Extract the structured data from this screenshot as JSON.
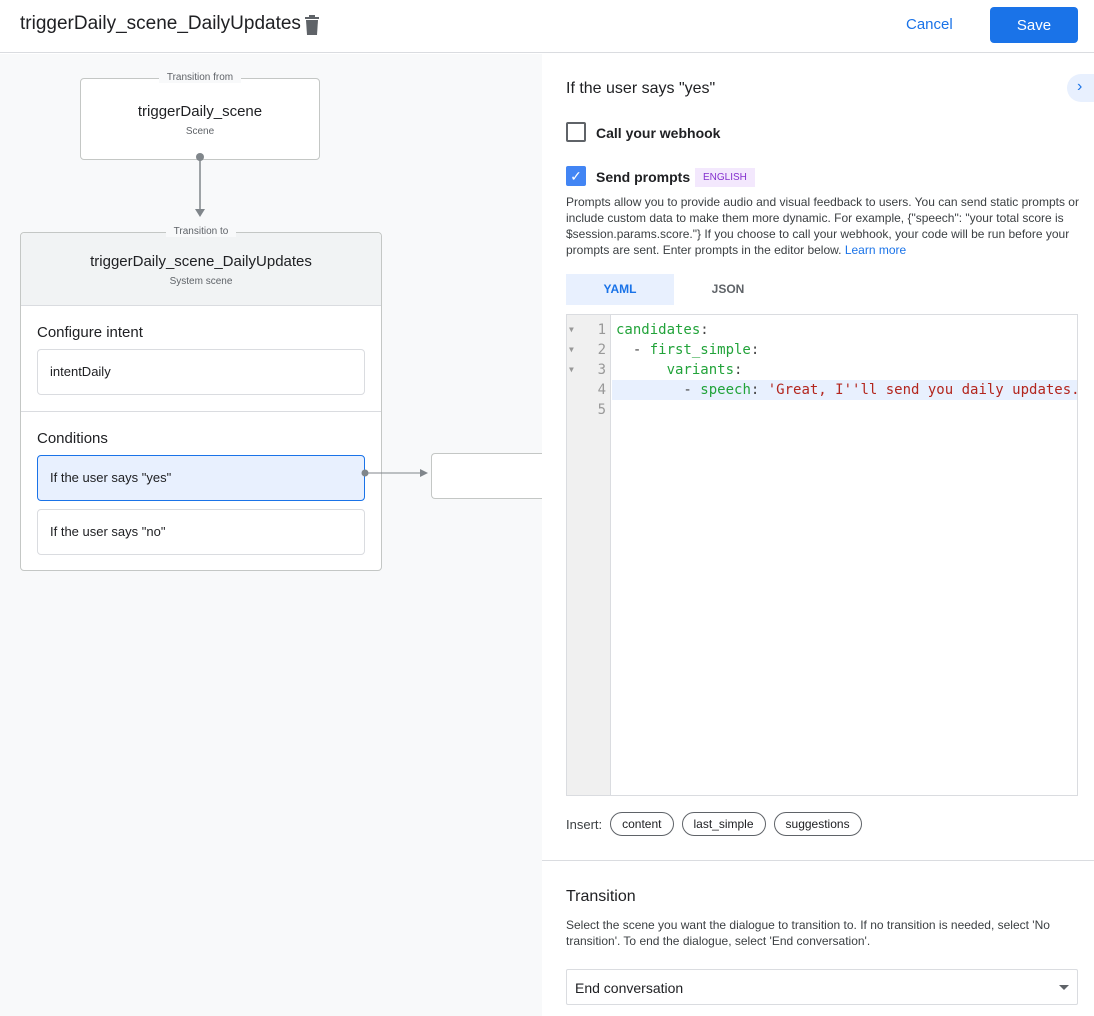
{
  "header": {
    "title": "triggerDaily_scene_DailyUpdates",
    "cancel_label": "Cancel",
    "save_label": "Save"
  },
  "canvas": {
    "from_node": {
      "legend": "Transition from",
      "name": "triggerDaily_scene",
      "type": "Scene"
    },
    "to_node": {
      "legend": "Transition to",
      "name": "triggerDaily_scene_DailyUpdates",
      "type": "System scene",
      "intent_label": "Configure intent",
      "intent": "intentDaily",
      "conditions_label": "Conditions",
      "conditions": [
        "If the user says \"yes\"",
        "If the user says \"no\""
      ]
    }
  },
  "panel": {
    "heading": "If the user says \"yes\"",
    "webhook": {
      "label": "Call your webhook",
      "checked": false
    },
    "prompts": {
      "label": "Send prompts",
      "checked": true,
      "badge": "ENGLISH",
      "description": "Prompts allow you to provide audio and visual feedback to users. You can send static prompts or include custom data to make them more dynamic. For example, {\"speech\": \"your total score is $session.params.score.\"} If you choose to call your webhook, your code will be run before your prompts are sent. Enter prompts in the editor below.",
      "learn_more": "Learn more"
    },
    "tabs": [
      "YAML",
      "JSON"
    ],
    "active_tab": "YAML",
    "editor": {
      "line_numbers": [
        "1",
        "2",
        "3",
        "4",
        "5"
      ],
      "lines": [
        {
          "indent": "",
          "key": "candidates",
          "sep": ":",
          "value": ""
        },
        {
          "indent": "  - ",
          "key": "first_simple",
          "sep": ":",
          "value": ""
        },
        {
          "indent": "      ",
          "key": "variants",
          "sep": ":",
          "value": ""
        },
        {
          "indent": "        - ",
          "key": "speech",
          "sep": ": ",
          "value": "'Great, I''ll send you daily updates.'"
        },
        {
          "indent": "",
          "key": "",
          "sep": "",
          "value": ""
        }
      ]
    },
    "insert": {
      "label": "Insert:",
      "chips": [
        "content",
        "last_simple",
        "suggestions"
      ]
    },
    "transition": {
      "title": "Transition",
      "description": "Select the scene you want the dialogue to transition to. If no transition is needed, select 'No transition'. To end the dialogue, select 'End conversation'.",
      "selected": "End conversation"
    }
  }
}
